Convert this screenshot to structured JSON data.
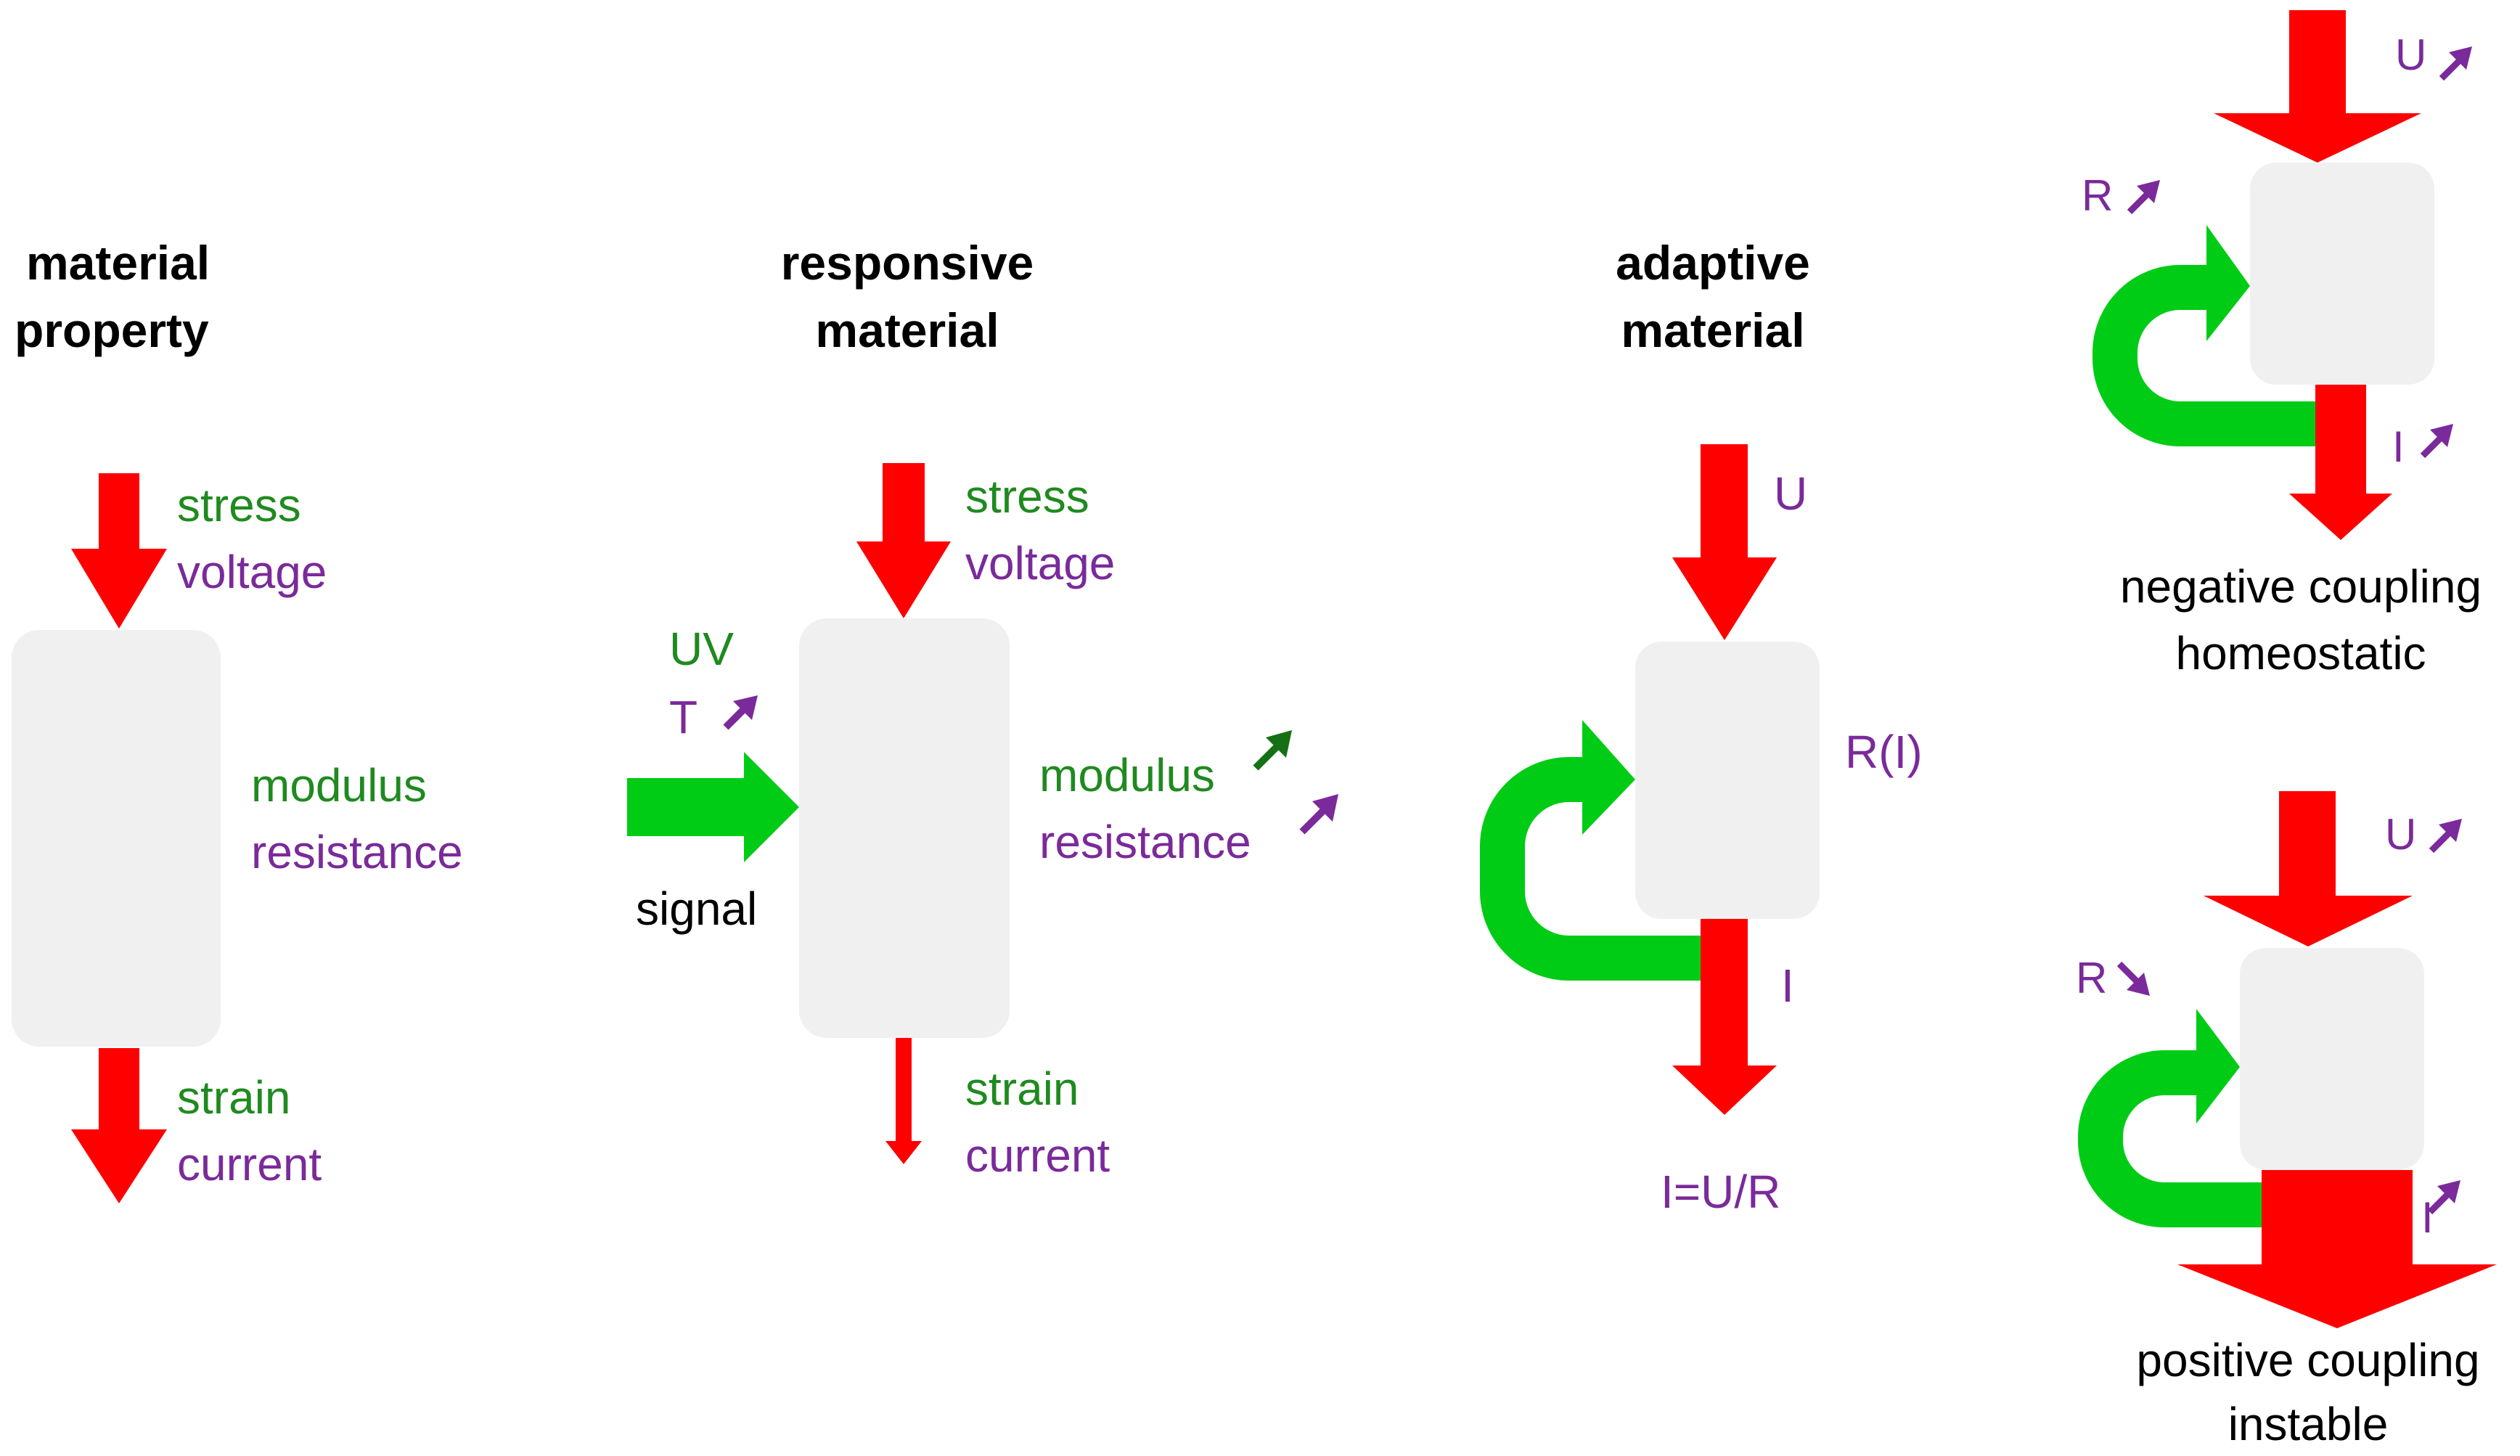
{
  "colors": {
    "arrow_red": "#ff0000",
    "loop_green": "#00cc16",
    "box_gray": "#f0f0f0",
    "text_green": "#1f8a1f",
    "text_purple": "#7a2a9a",
    "up_arrow_dark_green": "#157015",
    "mini_arrow_purple": "#7a2a9a"
  },
  "panels": {
    "material_property": {
      "title_line1": "material",
      "title_line2": "property",
      "input_green": "stress",
      "input_purple": "voltage",
      "property_green": "modulus",
      "property_purple": "resistance",
      "output_green": "strain",
      "output_purple": "current"
    },
    "responsive_material": {
      "title_line1": "responsive",
      "title_line2": "material",
      "input_green": "stress",
      "input_purple": "voltage",
      "signal_uv": "UV",
      "signal_t": "T",
      "signal_label": "signal",
      "property_green": "modulus",
      "property_purple": "resistance",
      "output_green": "strain",
      "output_purple": "current"
    },
    "adaptive_material": {
      "title_line1": "adaptive",
      "title_line2": "material",
      "input": "U",
      "property": "R(I)",
      "output": "I",
      "formula": "I=U/R"
    },
    "negative_coupling": {
      "input": "U",
      "resistance": "R",
      "output": "I",
      "caption_line1": "negative coupling",
      "caption_line2": "homeostatic"
    },
    "positive_coupling": {
      "input": "U",
      "resistance": "R",
      "output": "I",
      "caption_line1": "positive coupling",
      "caption_line2": "instable"
    }
  },
  "icons": {
    "increase": "arrow-up-right-icon",
    "decrease": "arrow-down-right-icon"
  }
}
